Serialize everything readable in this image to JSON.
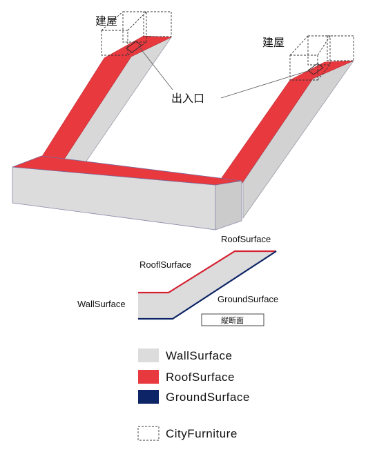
{
  "labels": {
    "building_left": "建屋",
    "building_right": "建屋",
    "entrance": "出入口",
    "section_title": "縦断面",
    "roof_top": "RoofSurface",
    "roof_left": "RooflSurface",
    "wall": "WallSurface",
    "ground": "GroundSurface"
  },
  "legend": [
    {
      "label": "WallSurface",
      "color": "#dcdcdc"
    },
    {
      "label": "RoofSurface",
      "color": "#e8393f"
    },
    {
      "label": "GroundSurface",
      "color": "#0d2466"
    },
    {
      "label": "CityFurniture",
      "color": "none"
    }
  ],
  "colors": {
    "wall": "#dcdcdc",
    "wall_dark": "#c8c8c8",
    "roof": "#e8393f",
    "ground": "#0d2466",
    "outline": "#6a6a9a"
  }
}
